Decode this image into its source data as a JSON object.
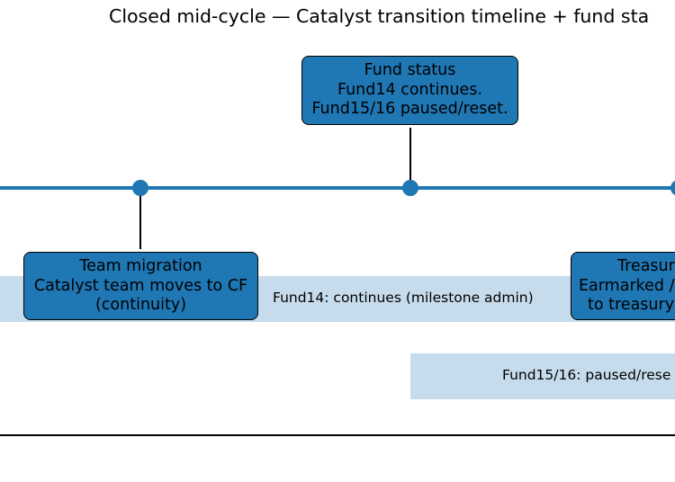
{
  "title": "Closed mid-cycle — Catalyst transition timeline + fund sta",
  "colors": {
    "accent": "#1f77b4",
    "band": "#c6dcec"
  },
  "bands": [
    {
      "label": "Fund14: continues (milestone admin)"
    },
    {
      "label": "Fund15/16: paused/rese"
    }
  ],
  "events": [
    {
      "title": "Team migration",
      "lines": [
        "Catalyst team moves to CF",
        "(continuity)"
      ]
    },
    {
      "title": "Fund status",
      "lines": [
        "Fund14 continues.",
        "Fund15/16 paused/reset."
      ]
    },
    {
      "title": "Treasur",
      "lines": [
        "Earmarked /",
        "to treasury"
      ]
    }
  ]
}
